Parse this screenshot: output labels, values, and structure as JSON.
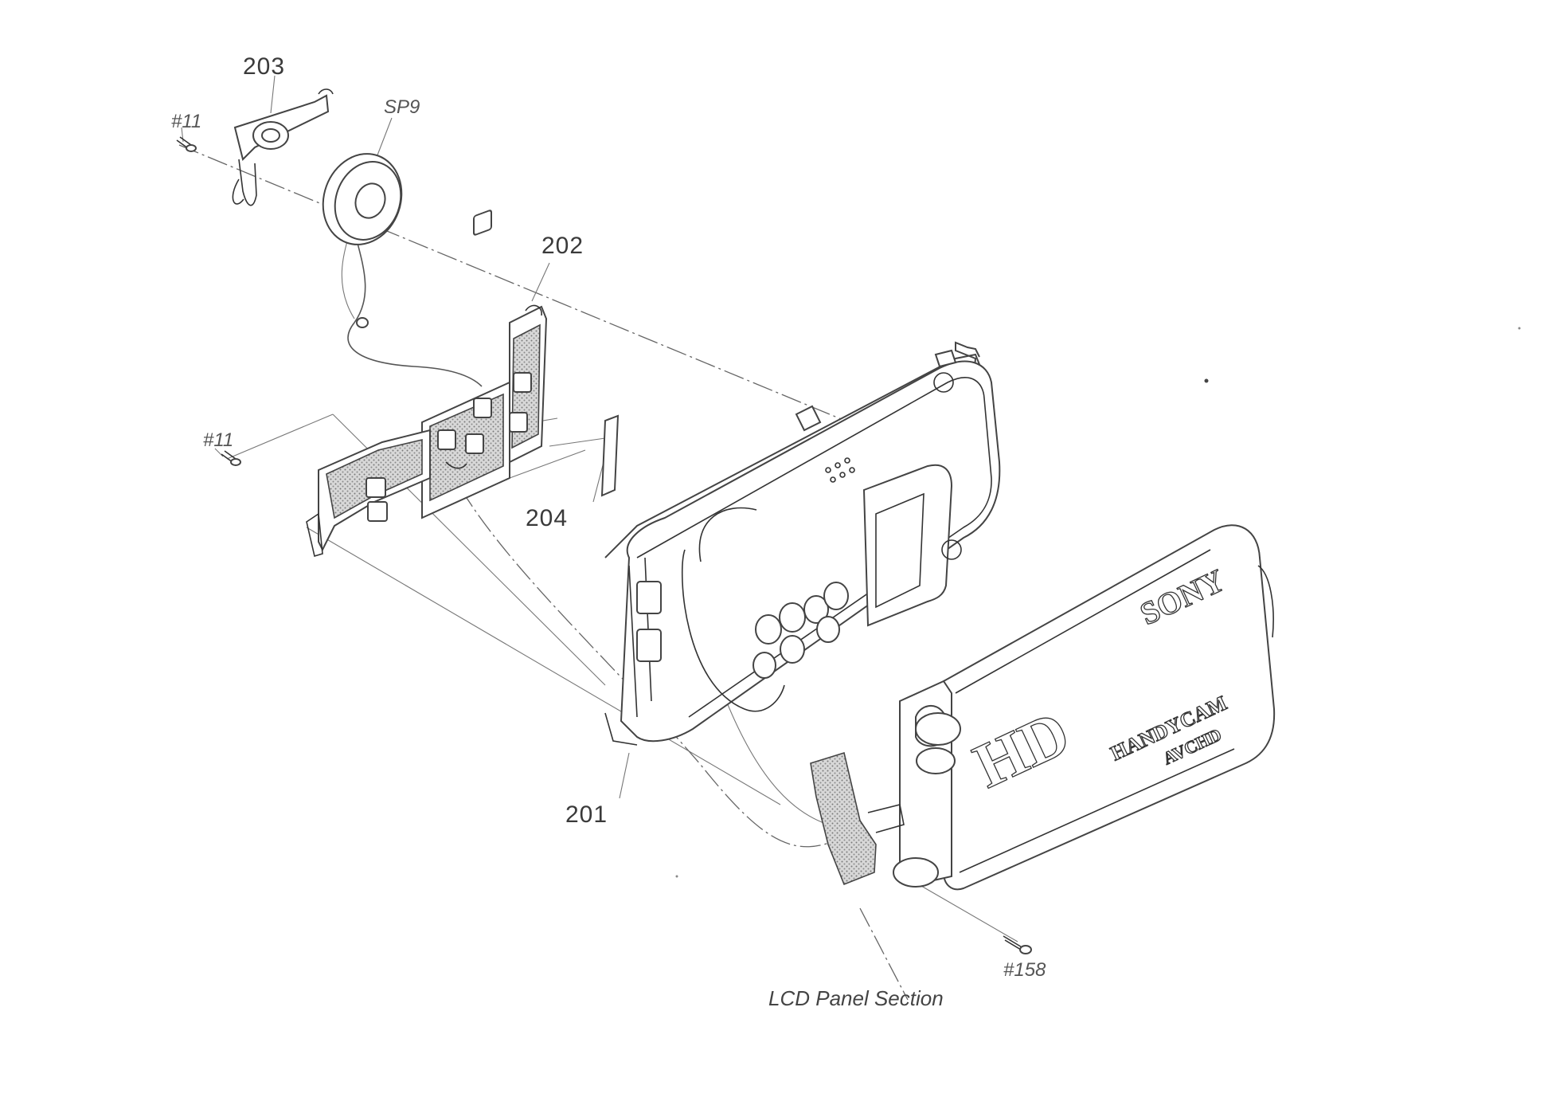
{
  "diagram": {
    "labels": {
      "p203": "203",
      "sp9": "SP9",
      "s11_top": "#11",
      "p202": "202",
      "s11_mid": "#11",
      "p204": "204",
      "p201": "201",
      "s158": "#158",
      "lcd_section": "LCD Panel Section"
    },
    "brand": {
      "sony": "SONY",
      "hd": "HD",
      "handycam": "HANDYCAM",
      "avchd": "AVCHD"
    },
    "colors": {
      "line": "#555555",
      "text": "#3a3a3a",
      "background": "#ffffff"
    }
  }
}
